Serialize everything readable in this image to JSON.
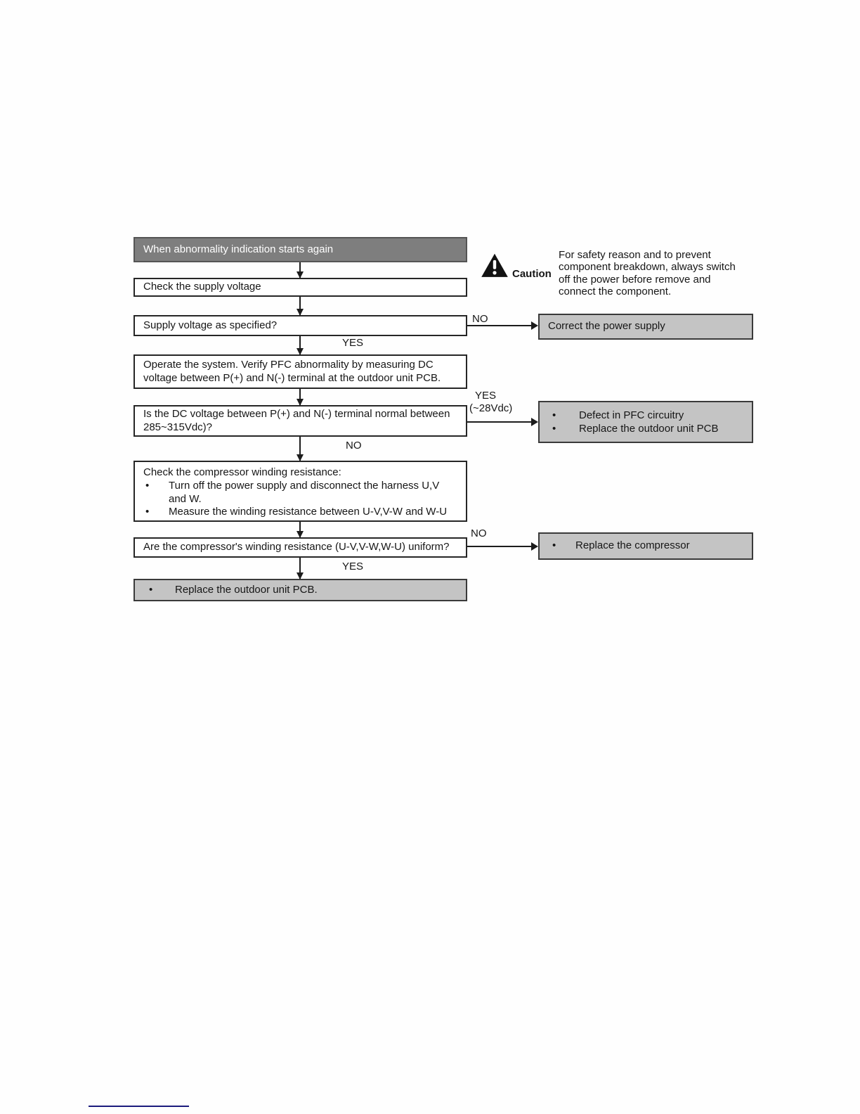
{
  "colors": {
    "header_bg": "#7e7e7e",
    "result_bg": "#c4c4c4",
    "line": "#1c1c1c",
    "footer_line": "#1b1b7d"
  },
  "caution": {
    "icon": "warning-triangle-icon",
    "label": "Caution",
    "text": "For safety reason and to prevent component breakdown, always switch off the power before remove and connect the component."
  },
  "flow": {
    "start": "When abnormality indication starts again",
    "check_supply": "Check the supply voltage",
    "supply_question": "Supply voltage as specified?",
    "operate": "Operate the system. Verify PFC abnormality by measuring DC voltage between P(+) and N(-) terminal at the outdoor unit PCB.",
    "dc_question": "Is the DC voltage between P(+) and N(-) terminal normal between 285~315Vdc)?",
    "compressor_check_title": "Check the compressor winding resistance:",
    "compressor_check_bullet1": "Turn off the power supply and disconnect the harness U,V and W.",
    "compressor_check_bullet2": "Measure the winding resistance between U-V,V-W and W-U",
    "winding_question": "Are the compressor's winding resistance (U-V,V-W,W-U) uniform?",
    "final": "Replace the outdoor unit PCB.",
    "correct_power": "Correct the power supply",
    "pfc_bullet1": "Defect in PFC circuitry",
    "pfc_bullet2": "Replace the outdoor unit PCB",
    "replace_compressor": "Replace the compressor"
  },
  "labels": {
    "no_supply": "NO",
    "yes_supply": "YES",
    "yes_dc": "YES",
    "yes_dc_sub": "(~28Vdc)",
    "no_dc": "NO",
    "no_winding": "NO",
    "yes_winding": "YES",
    "bullet": "•"
  }
}
